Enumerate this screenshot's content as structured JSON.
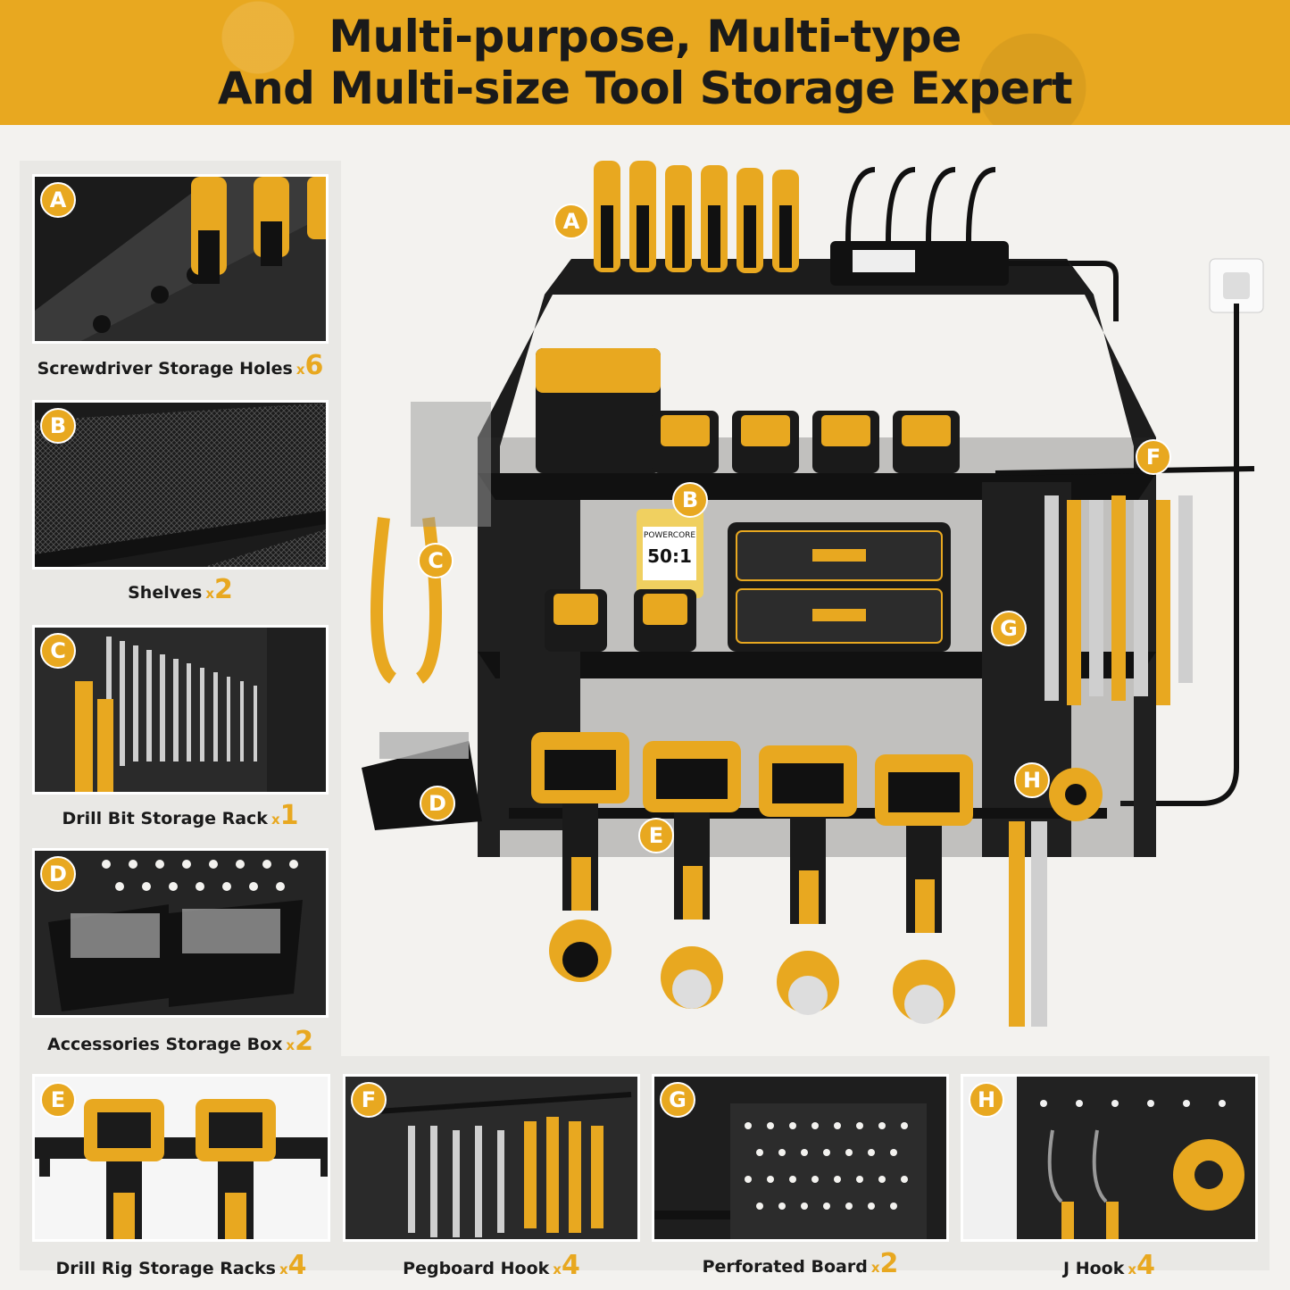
{
  "header": {
    "line1": "Multi-purpose, Multi-type",
    "line2": "And Multi-size Tool Storage Expert"
  },
  "colors": {
    "accent": "#e8a820",
    "dark": "#1b1b1b",
    "background": "#f3f2ef"
  },
  "features": [
    {
      "letter": "A",
      "label": "Screwdriver Storage Holes",
      "mult": "x",
      "count": "6"
    },
    {
      "letter": "B",
      "label": "Shelves",
      "mult": "x",
      "count": "2"
    },
    {
      "letter": "C",
      "label": "Drill Bit Storage Rack",
      "mult": "x",
      "count": "1"
    },
    {
      "letter": "D",
      "label": "Accessories Storage Box",
      "mult": "x",
      "count": "2"
    },
    {
      "letter": "E",
      "label": "Drill Rig Storage Racks",
      "mult": "x",
      "count": "4"
    },
    {
      "letter": "F",
      "label": "Pegboard Hook",
      "mult": "x",
      "count": "4"
    },
    {
      "letter": "G",
      "label": "Perforated Board",
      "mult": "x",
      "count": "2"
    },
    {
      "letter": "H",
      "label": "J Hook",
      "mult": "x",
      "count": "4"
    }
  ],
  "hero_labels": [
    "A",
    "B",
    "C",
    "D",
    "E",
    "F",
    "G",
    "H"
  ],
  "product_label": {
    "brand": "POWERCORE",
    "ratio": "50:1"
  }
}
